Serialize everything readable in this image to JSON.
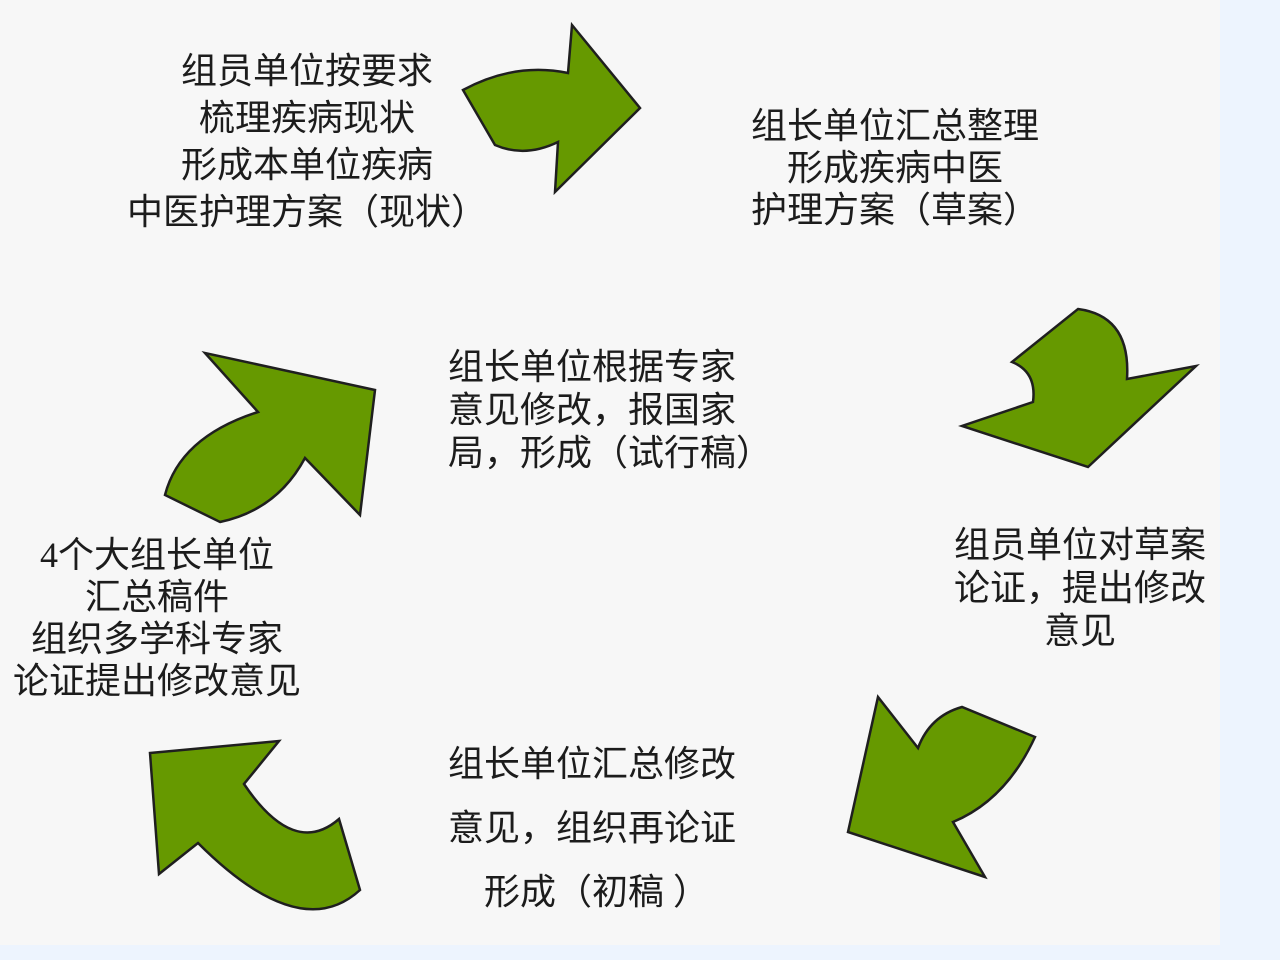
{
  "slide": {
    "bg_color": "#f7f7f7",
    "frame_color": "#edf4fe",
    "text_color": "#1c1c1c"
  },
  "arrows": {
    "fill": "#669900",
    "stroke": "#1f1f1f",
    "items": [
      "curved-arrow-pointing-right",
      "curved-arrow-pointing-down",
      "curved-arrow-pointing-down-left",
      "curved-arrow-pointing-up-left",
      "curved-arrow-pointing-up-right"
    ]
  },
  "nodes": [
    {
      "id": "step-members-sort-status",
      "lines": [
        "组员单位按要求",
        "梳理疾病现状",
        "形成本单位疾病",
        "中医护理方案（现状）"
      ]
    },
    {
      "id": "step-leader-compile-draft",
      "lines": [
        "组长单位汇总整理",
        "形成疾病中医",
        "护理方案（草案）"
      ]
    },
    {
      "id": "step-leader-revise-trial",
      "lines": [
        "组长单位根据专家",
        "意见修改，报国家",
        "局，形成（试行稿）"
      ]
    },
    {
      "id": "step-members-review-draft",
      "lines": [
        "组员单位对草案",
        "论证，提出修改",
        "意见"
      ]
    },
    {
      "id": "step-group-leaders-experts",
      "lines": [
        "4个大组长单位",
        "汇总稿件",
        "组织多学科专家",
        "论证提出修改意见"
      ]
    },
    {
      "id": "step-leader-compile-revision",
      "lines": [
        "组长单位汇总修改",
        "意见，组织再论证",
        "　形成（初稿 ）"
      ]
    }
  ]
}
